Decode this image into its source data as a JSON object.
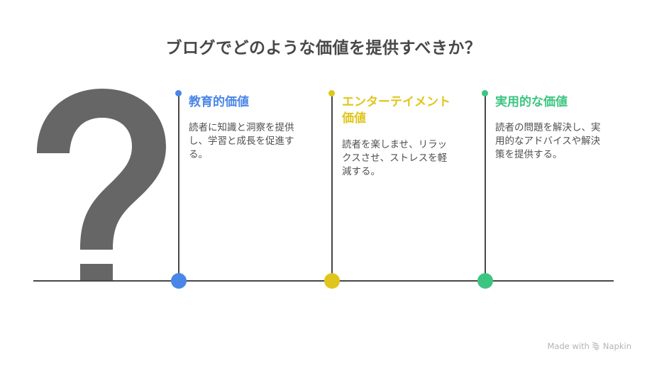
{
  "title": "ブログでどのような価値を提供すべきか？",
  "icons": {
    "central": "question-mark-icon",
    "watermark": "napkin-logo-icon"
  },
  "colors": {
    "title": "#484848",
    "line": "#474747",
    "question_mark": "#666666",
    "description": "#505050",
    "watermark": "#b4b4b4"
  },
  "items": [
    {
      "title": "教育的価値",
      "description": "読者に知識と洞察を提供し、学習と成長を促進する。",
      "color": "#4a86e8"
    },
    {
      "title": "エンターテイメント価値",
      "description": "読者を楽しませ、リラックスさせ、ストレスを軽減する。",
      "color": "#e0c51c"
    },
    {
      "title": "実用的な価値",
      "description": "読者の問題を解決し、実用的なアドバイスや解決策を提供する。",
      "color": "#3cc581"
    }
  ],
  "watermark": {
    "prefix": "Made with",
    "brand": "Napkin"
  }
}
